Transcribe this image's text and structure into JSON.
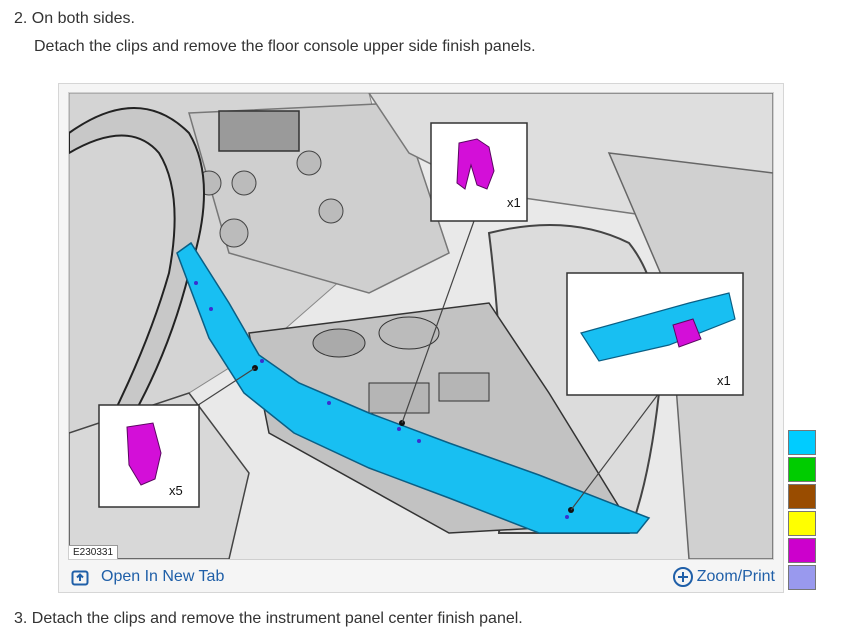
{
  "steps": {
    "step2_title": "2. On both sides.",
    "step2_desc": "Detach the clips and remove the floor console upper side finish panels.",
    "step3_title": "3. Detach the clips and remove the instrument panel center finish panel."
  },
  "figure": {
    "id": "E230331",
    "callouts": {
      "top_clip": "x1",
      "right_clip": "x1",
      "left_clip": "x5"
    },
    "icons": {
      "open": "open-new-tab-icon",
      "zoom": "zoom-plus-icon"
    }
  },
  "footer": {
    "open_label": "Open In New Tab",
    "zoom_label": "Zoom/Print"
  },
  "legend": {
    "colors": [
      "#00ccff",
      "#00cc00",
      "#994c00",
      "#ffff00",
      "#cc00cc",
      "#9999ee"
    ]
  }
}
